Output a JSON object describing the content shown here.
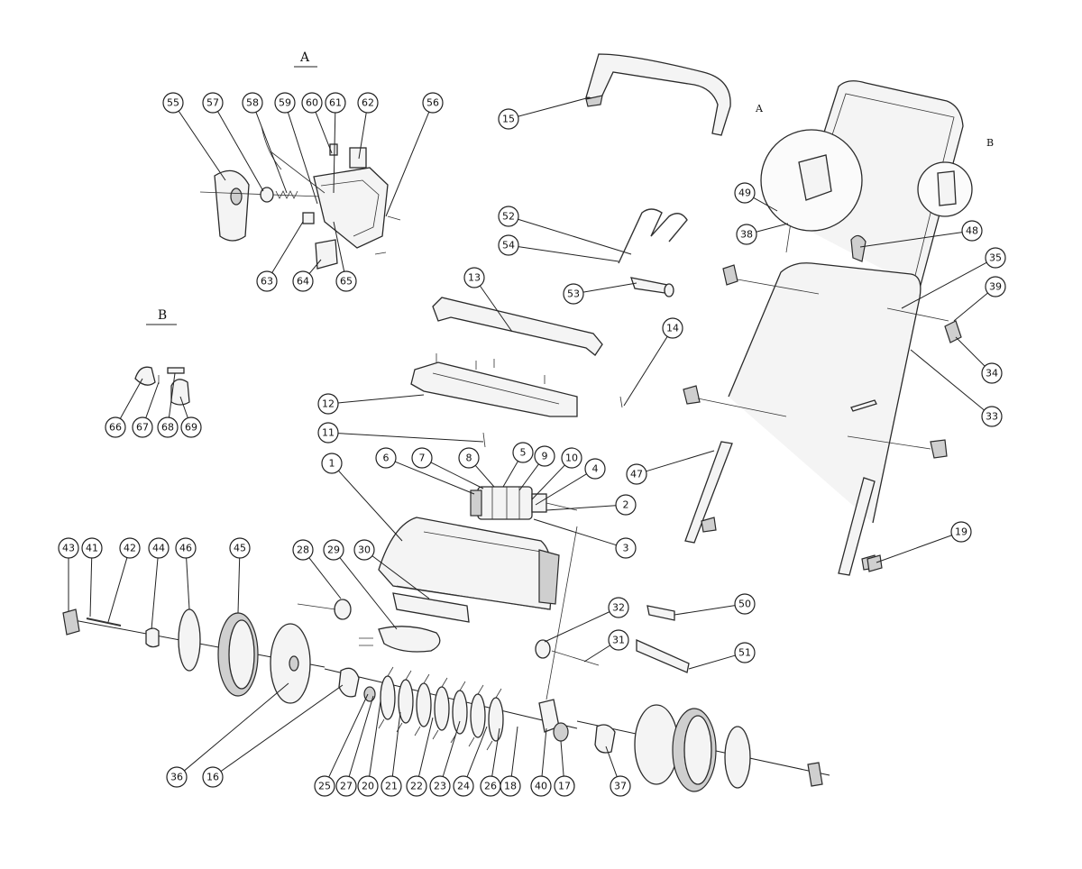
{
  "labels": {
    "section_a": "A",
    "section_b": "B",
    "detail_a": "A",
    "detail_b": "B"
  },
  "callouts": [
    "55",
    "57",
    "58",
    "59",
    "60",
    "61",
    "62",
    "56",
    "63",
    "64",
    "65",
    "66",
    "67",
    "68",
    "69",
    "15",
    "49",
    "38",
    "48",
    "35",
    "39",
    "34",
    "33",
    "47",
    "19",
    "52",
    "54",
    "53",
    "13",
    "14",
    "12",
    "11",
    "1",
    "6",
    "7",
    "8",
    "5",
    "9",
    "10",
    "4",
    "2",
    "3",
    "43",
    "41",
    "42",
    "44",
    "46",
    "45",
    "28",
    "29",
    "30",
    "32",
    "31",
    "50",
    "51",
    "36",
    "16",
    "25",
    "27",
    "20",
    "21",
    "22",
    "23",
    "24",
    "26",
    "18",
    "40",
    "17",
    "37"
  ]
}
